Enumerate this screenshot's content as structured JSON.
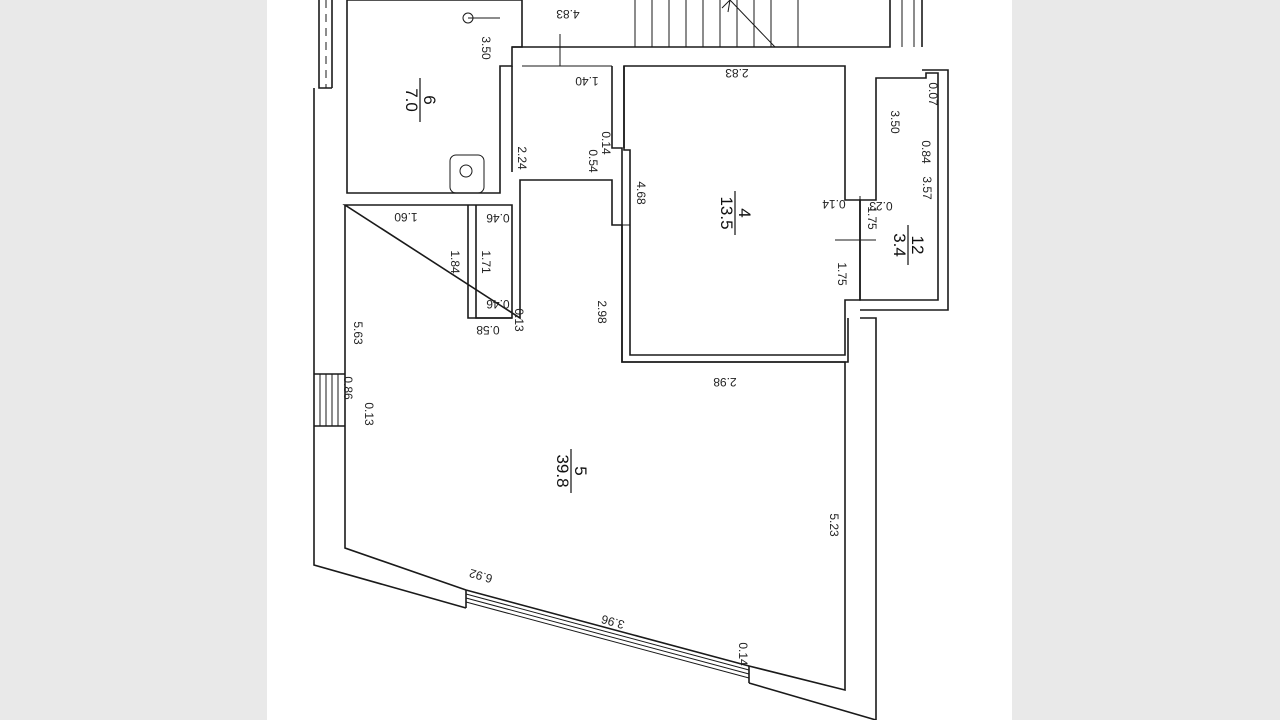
{
  "plan": {
    "rooms": [
      {
        "id": "4",
        "area": "13.5"
      },
      {
        "id": "5",
        "area": "39.8"
      },
      {
        "id": "6",
        "area": "7.0"
      },
      {
        "id": "12",
        "area": "3.4"
      }
    ],
    "dimensions": [
      "4.83",
      "3.50",
      "1.40",
      "2.83",
      "0.07",
      "3.50",
      "0.84",
      "3.57",
      "0.14",
      "0.54",
      "2.24",
      "4.68",
      "0.14",
      "0.23",
      "1.75",
      "1.75",
      "1.60",
      "0.46",
      "1.84",
      "1.71",
      "0.46",
      "0.58",
      "0.13",
      "5.63",
      "2.98",
      "2.98",
      "0.86",
      "0.13",
      "5.23",
      "6.92",
      "3.96",
      "0.14"
    ]
  },
  "colors": {
    "background": "#e9e9e9",
    "sheet": "#ffffff",
    "ink": "#1a1a1a"
  }
}
